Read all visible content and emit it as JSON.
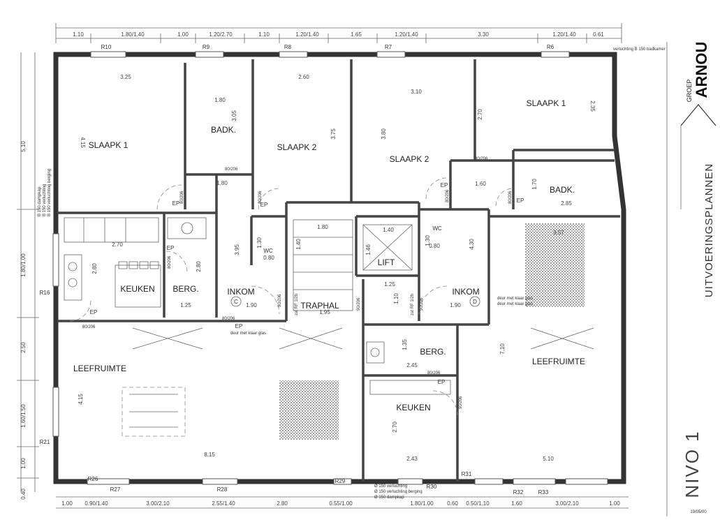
{
  "brand": {
    "group": "GROEP",
    "name": "ARNOU"
  },
  "sheet": {
    "title": "UITVOERINGSPLANNEN",
    "level": "NIVO 1",
    "date": "19/05/00"
  },
  "rooms": {
    "slaapk1_left": "SLAAPK 1",
    "badk_left": "BADK.",
    "slaapk2_left": "SLAAPK 2",
    "slaapk2_right": "SLAAPK 2",
    "slaapk1_right": "SLAAPK 1",
    "badk_right": "BADK.",
    "keuken_left": "KEUKEN",
    "berg_left": "BERG.",
    "inkom_left": "INKOM",
    "traphal": "TRAPHAL",
    "lift": "LIFT",
    "inkom_right": "INKOM",
    "leefruimte_left": "LEEFRUIMTE",
    "berg_right": "BERG.",
    "keuken_right": "KEUKEN",
    "leefruimte_right": "LEEFRUIMTE",
    "wc_left": "WC",
    "wc_right": "WC",
    "ep1": "EP",
    "ep2": "EP",
    "ep3": "EP",
    "ep4": "EP",
    "ep5": "EP",
    "ep6": "EP",
    "ep7": "EP",
    "ep8": "EP",
    "circle_c": "C",
    "circle_d": "D"
  },
  "top_dims": [
    "1.10",
    "1.80/1.40",
    "1.00",
    "1.20/2.70",
    "1.10",
    "1.20/1.40",
    "1.65",
    "1.20/1.40",
    "3.30",
    "1.20/1.40",
    "0.61"
  ],
  "bottom_dims": [
    "1.00",
    "0.90/1.40",
    "3.00/2.10",
    "2.55/1.40",
    "2.80",
    "0.55/1.00",
    "1.80/1.00",
    "0.60",
    "0.50/1.10",
    "1.60",
    "3.00/2.10",
    "1.00"
  ],
  "left_dims": [
    "5.10",
    "1.80/1.00",
    "2.50",
    "1.60/1.50",
    "1.00",
    "0.40"
  ],
  "windows": [
    "R10",
    "R9",
    "R8",
    "R7",
    "R6",
    "R16",
    "R21",
    "R26",
    "R27",
    "R28",
    "R29",
    "R30",
    "R31",
    "R32",
    "R33"
  ],
  "room_dims": {
    "d325": "3.25",
    "d415a": "4.15",
    "d180a": "1.80",
    "d305": "3.05",
    "d260": "2.60",
    "d375": "3.75",
    "d310": "3.10",
    "d380": "3.80",
    "d270a": "2.70",
    "d235": "2.35",
    "d160": "1.60",
    "d170": "1.70",
    "d285": "2.85",
    "d180b": "1.80",
    "d270b": "2.70",
    "d280a": "2.80",
    "d280b": "2.80",
    "d125a": "1.25",
    "d395": "3.95",
    "d130": "1.30",
    "d080a": "0.80",
    "d140a": "1.40",
    "d180c": "1.80",
    "d146": "1.46",
    "d140b": "1.40",
    "d125b": "1.25",
    "d110": "1.10",
    "d195": "1.95",
    "d190a": "1.90",
    "d190b": "1.90",
    "d130b": "1.30",
    "d080b": "0.80",
    "d430": "4.30",
    "d357": "3.57",
    "d710": "7.10",
    "d415b": "4.15",
    "d815": "8.15",
    "d135": "1.35",
    "d245": "2.45",
    "d270c": "2.70",
    "d243": "2.43",
    "d510": "5.10"
  },
  "door_labels": [
    "80/206",
    "80/206",
    "80/206",
    "80/206",
    "80/206",
    "80/206",
    "80/206",
    "80/206",
    "80/206",
    "90/206",
    "90/206",
    "90/206",
    "90/206",
    "80/206"
  ],
  "notes": {
    "n1": "verluchting B 150 badkamer",
    "n2": "B 150 dampkap",
    "n3": "B 150 verluchting",
    "n4": "B 150 verluchting berging",
    "n5": "deur met klaar glas",
    "n6": "deur met klaar glas",
    "n7": "deur met klaar glas",
    "n8": "Ø 150 verluchting",
    "n9": "Ø 150 verluchting berging",
    "n10": "Ø 150 dampkap",
    "n11": "zat RF 1/2h",
    "n12": "zat RF 1/2h"
  }
}
